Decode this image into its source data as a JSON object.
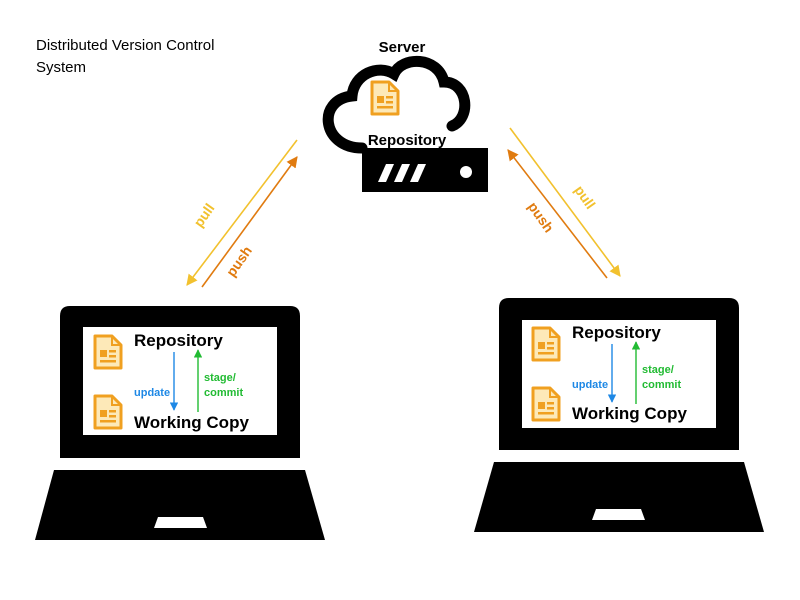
{
  "title": {
    "line1": "Distributed Version Control",
    "line2": "System"
  },
  "server": {
    "label": "Server",
    "repo_label": "Repository"
  },
  "links": {
    "left": {
      "pull": "pull",
      "push": "push"
    },
    "right": {
      "pull": "pull",
      "push": "push"
    }
  },
  "laptops": [
    {
      "repo_label": "Repository",
      "working_label": "Working Copy",
      "update_label": "update",
      "stage_line1": "stage/",
      "stage_line2": "commit"
    },
    {
      "repo_label": "Repository",
      "working_label": "Working Copy",
      "update_label": "update",
      "stage_line1": "stage/",
      "stage_line2": "commit"
    }
  ],
  "colors": {
    "pull": "#f2c12e",
    "push": "#e07b10",
    "update": "#1e88e5",
    "commit": "#22bb33",
    "doc_outline": "#f0a020",
    "doc_fill": "#fde9b8",
    "device": "#000000"
  },
  "icons": [
    "cloud-icon",
    "server-rack-icon",
    "document-icon",
    "laptop-icon"
  ]
}
